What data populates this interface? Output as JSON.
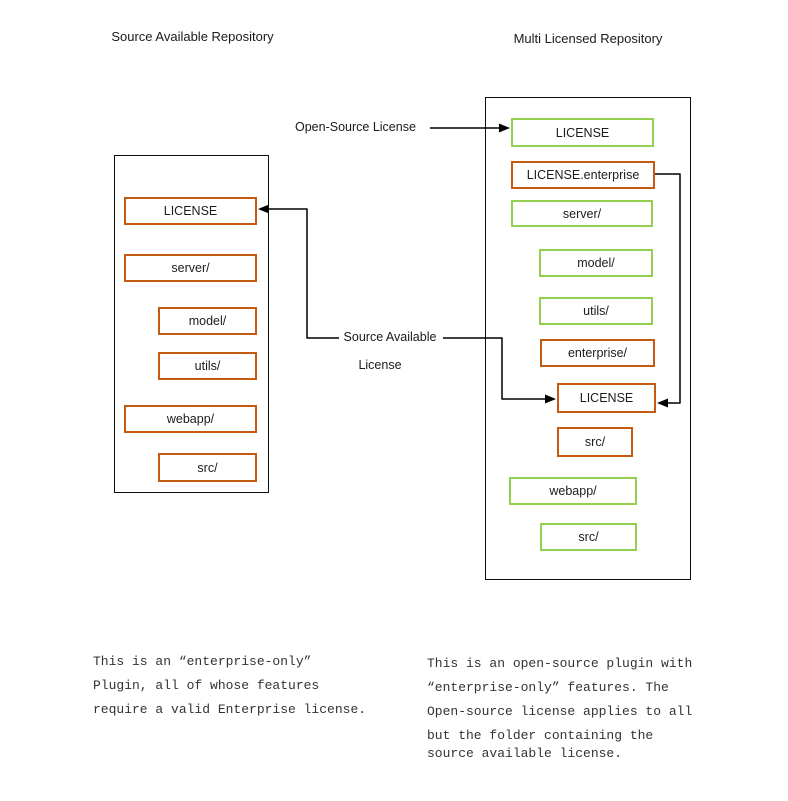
{
  "left_repo": {
    "title": "Source Available Repository",
    "boxes": {
      "license": "LICENSE",
      "server": "server/",
      "model": "model/",
      "utils": "utils/",
      "webapp": "webapp/",
      "src": "src/"
    }
  },
  "right_repo": {
    "title": "Multi Licensed Repository",
    "boxes": {
      "license_root": "LICENSE",
      "license_enterprise": "LICENSE.enterprise",
      "server": "server/",
      "model": "model/",
      "utils": "utils/",
      "enterprise_dir": "enterprise/",
      "license_src_available": "LICENSE",
      "src_enterprise": "src/",
      "webapp": "webapp/",
      "src_webapp": "src/"
    }
  },
  "connectors": {
    "open_source_label": "Open-Source License",
    "source_available_label_line1": "Source Available",
    "source_available_label_line2": "License"
  },
  "notes": {
    "left": [
      "This is an “enterprise-only”",
      "Plugin, all of whose features",
      "require a valid Enterprise license."
    ],
    "right": [
      "This is an open-source plugin with",
      "“enterprise-only” features. The",
      "Open-source license applies to all",
      "but the folder containing the",
      "source available license."
    ]
  },
  "colors": {
    "open_source_green": "#92D050",
    "enterprise_orange": "#C55A11",
    "connector_black": "#000000"
  }
}
